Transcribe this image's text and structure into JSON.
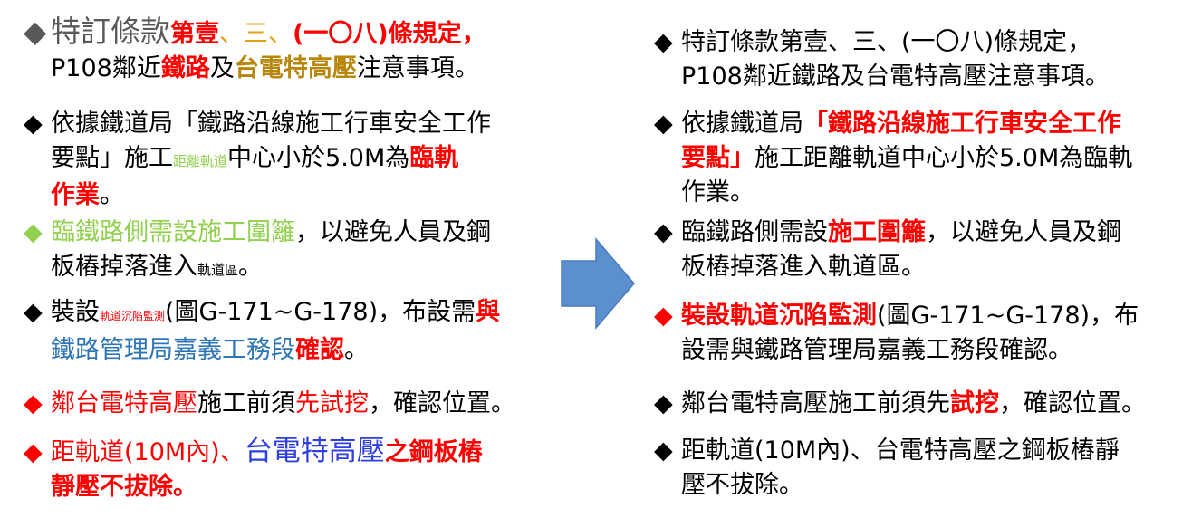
{
  "left": {
    "items": [
      {
        "marker_color": "#595959",
        "lines": [
          [
            {
              "t": "◆",
              "c": "#595959",
              "s": "lg",
              "marker": true
            },
            {
              "t": "特訂條款",
              "c": "#595959",
              "s": "lg"
            },
            {
              "t": "第壹",
              "c": "#ff0000",
              "s": "",
              "b": true
            },
            {
              "t": "、三、",
              "c": "#e6a117",
              "s": ""
            },
            {
              "t": "(一〇八)條規定，",
              "c": "#ff0000",
              "s": "",
              "b": true
            }
          ],
          [
            {
              "t": "P108鄰近",
              "c": "#000000",
              "s": ""
            },
            {
              "t": "鐵路",
              "c": "#ff0000",
              "s": "",
              "b": true
            },
            {
              "t": "及",
              "c": "#000000",
              "s": ""
            },
            {
              "t": "台電特高壓",
              "c": "#b8860b",
              "s": "",
              "b": true
            },
            {
              "t": "注意事項。",
              "c": "#000000",
              "s": ""
            }
          ]
        ]
      },
      {
        "lines": [
          [
            {
              "t": "◆",
              "c": "#000000",
              "s": "",
              "marker": true
            },
            {
              "t": "依據鐵道局「鐵路沿線施工行車安全工作",
              "c": "#000000",
              "s": ""
            }
          ],
          [
            {
              "t": "要點」施工",
              "c": "#000000",
              "s": ""
            },
            {
              "t": "距離軌道",
              "c": "#92d050",
              "s": "small"
            },
            {
              "t": "中心小於5.0M為",
              "c": "#000000",
              "s": ""
            },
            {
              "t": "臨軌",
              "c": "#ff0000",
              "s": "",
              "b": true
            }
          ],
          [
            {
              "t": "作業",
              "c": "#ff0000",
              "s": "",
              "b": true
            },
            {
              "t": "。",
              "c": "#000000",
              "s": ""
            }
          ]
        ]
      },
      {
        "lines": [
          [
            {
              "t": "◆",
              "c": "#92d050",
              "s": "",
              "marker": true
            },
            {
              "t": "臨鐵路側需設",
              "c": "#92d050",
              "s": ""
            },
            {
              "t": "施工圍籬",
              "c": "#92d050",
              "s": ""
            },
            {
              "t": "，以避免人員及鋼",
              "c": "#000000",
              "s": ""
            }
          ],
          [
            {
              "t": "板樁掉落進入",
              "c": "#000000",
              "s": ""
            },
            {
              "t": "軌道區",
              "c": "#000000",
              "s": "small"
            },
            {
              "t": "。",
              "c": "#000000",
              "s": ""
            }
          ]
        ]
      },
      {
        "lines": [
          [
            {
              "t": "◆",
              "c": "#000000",
              "s": "",
              "marker": true
            },
            {
              "t": "裝設",
              "c": "#000000",
              "s": ""
            },
            {
              "t": "軌道沉陷監測",
              "c": "#ff0000",
              "s": "xsmall"
            },
            {
              "t": "(圖G-171~G-178)，布設需",
              "c": "#000000",
              "s": ""
            },
            {
              "t": "與",
              "c": "#ff0000",
              "s": "",
              "b": true
            }
          ],
          [
            {
              "t": "鐵路管理局嘉義工務段",
              "c": "#2e75b6",
              "s": ""
            },
            {
              "t": "確認",
              "c": "#ff0000",
              "s": "",
              "b": true
            },
            {
              "t": "。",
              "c": "#000000",
              "s": ""
            }
          ]
        ]
      },
      {
        "lines": [
          [
            {
              "t": "◆",
              "c": "#ff0000",
              "s": "",
              "marker": true
            },
            {
              "t": "鄰台電特高壓",
              "c": "#ff0000",
              "s": ""
            },
            {
              "t": "施工前須",
              "c": "#000000",
              "s": ""
            },
            {
              "t": "先試挖",
              "c": "#ff0000",
              "s": ""
            },
            {
              "t": "，確認位置。",
              "c": "#000000",
              "s": ""
            }
          ]
        ]
      },
      {
        "lines": [
          [
            {
              "t": "◆",
              "c": "#ff0000",
              "s": "",
              "marker": true
            },
            {
              "t": "距軌道(10M內)、",
              "c": "#ff0000",
              "s": ""
            },
            {
              "t": "台電特高壓",
              "c": "#2f3fe0",
              "s": "big"
            },
            {
              "t": "之鋼板樁",
              "c": "#ff0000",
              "s": "",
              "b": true
            }
          ],
          [
            {
              "t": "靜壓不拔除。",
              "c": "#ff0000",
              "s": "",
              "b": true
            }
          ]
        ]
      }
    ]
  },
  "right": {
    "items": [
      {
        "lines": [
          [
            {
              "t": "◆",
              "c": "#000000",
              "s": "",
              "marker": true
            },
            {
              "t": "特訂條款第壹、三、(一〇八)條規定，",
              "c": "#000000",
              "s": ""
            }
          ],
          [
            {
              "t": "P108鄰近鐵路及台電特高壓注意事項。",
              "c": "#000000",
              "s": ""
            }
          ]
        ]
      },
      {
        "lines": [
          [
            {
              "t": "◆",
              "c": "#000000",
              "s": "",
              "marker": true
            },
            {
              "t": "依據鐵道局",
              "c": "#000000",
              "s": ""
            },
            {
              "t": "「鐵路沿線施工行車安全工作",
              "c": "#ff0000",
              "s": "",
              "b": true
            }
          ],
          [
            {
              "t": "要點」",
              "c": "#ff0000",
              "s": "",
              "b": true
            },
            {
              "t": "施工距離軌道中心小於5.0M為臨軌",
              "c": "#000000",
              "s": ""
            }
          ],
          [
            {
              "t": "作業。",
              "c": "#000000",
              "s": ""
            }
          ]
        ]
      },
      {
        "lines": [
          [
            {
              "t": "◆",
              "c": "#000000",
              "s": "",
              "marker": true
            },
            {
              "t": "臨鐵路側需設",
              "c": "#000000",
              "s": ""
            },
            {
              "t": "施工圍籬",
              "c": "#ff0000",
              "s": "",
              "b": true
            },
            {
              "t": "，以避免人員及鋼",
              "c": "#000000",
              "s": ""
            }
          ],
          [
            {
              "t": "板樁掉落進入軌道區。",
              "c": "#000000",
              "s": ""
            }
          ]
        ]
      },
      {
        "lines": [
          [
            {
              "t": "◆",
              "c": "#ff0000",
              "s": "",
              "marker": true
            },
            {
              "t": "裝設軌道沉陷監測",
              "c": "#ff0000",
              "s": "",
              "b": true
            },
            {
              "t": "(圖G-171~G-178)，布",
              "c": "#000000",
              "s": ""
            }
          ],
          [
            {
              "t": "設需與鐵路管理局嘉義工務段確認。",
              "c": "#000000",
              "s": ""
            }
          ]
        ]
      },
      {
        "lines": [
          [
            {
              "t": "◆",
              "c": "#000000",
              "s": "",
              "marker": true
            },
            {
              "t": "鄰台電特高壓施工前須先",
              "c": "#000000",
              "s": ""
            },
            {
              "t": "試挖",
              "c": "#ff0000",
              "s": "",
              "b": true
            },
            {
              "t": "，確認位置。",
              "c": "#000000",
              "s": ""
            }
          ]
        ]
      },
      {
        "lines": [
          [
            {
              "t": "◆",
              "c": "#000000",
              "s": "",
              "marker": true
            },
            {
              "t": "距軌道(10M內)、台電特高壓之鋼板樁靜",
              "c": "#000000",
              "s": ""
            }
          ],
          [
            {
              "t": "壓不拔除。",
              "c": "#000000",
              "s": ""
            }
          ]
        ]
      }
    ]
  },
  "arrow": {
    "fill": "#5b8fd0",
    "stroke": "#4a7bbd"
  }
}
